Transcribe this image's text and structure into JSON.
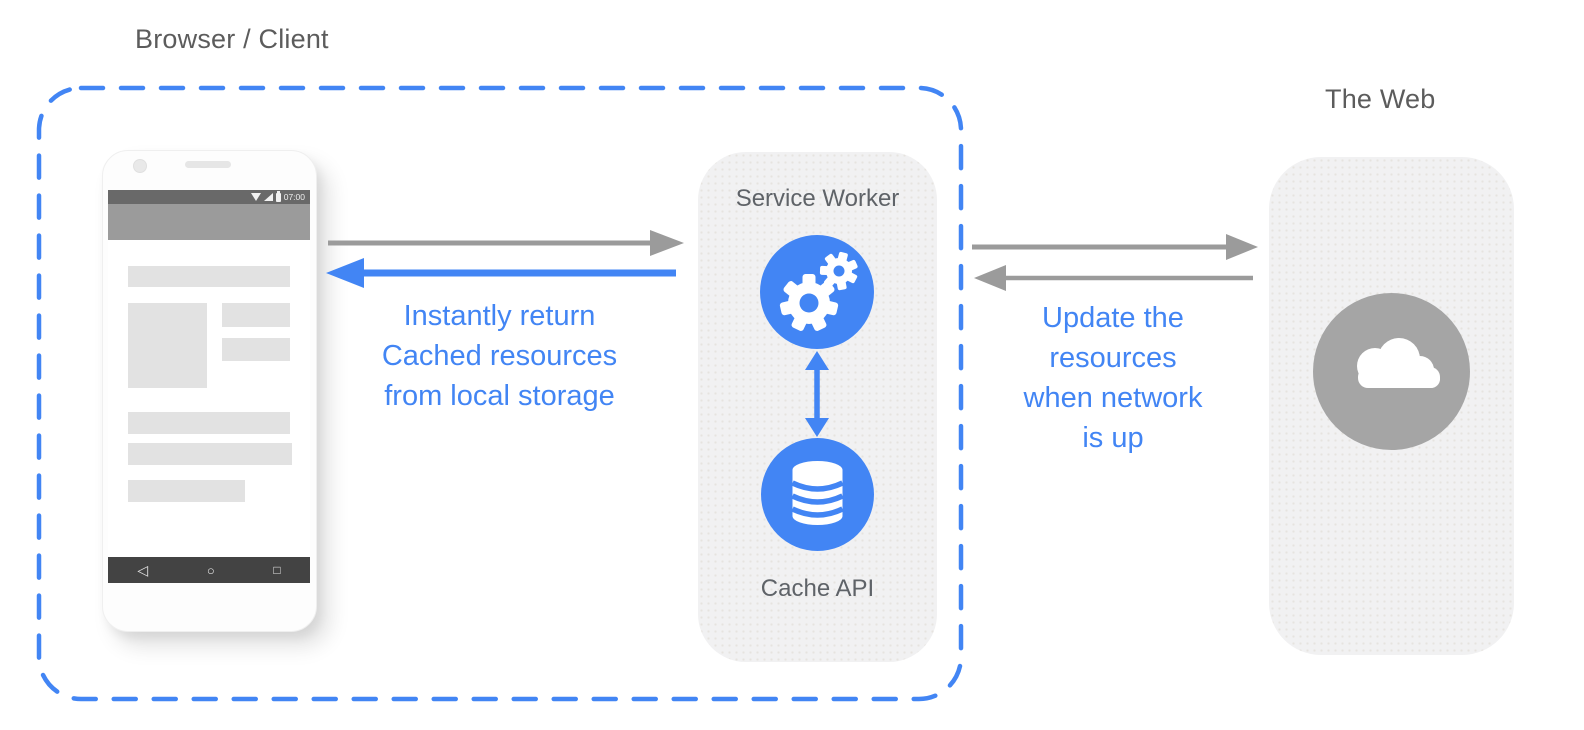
{
  "diagram": {
    "browser_client_label": "Browser / Client",
    "web_label": "The Web"
  },
  "service_worker_panel": {
    "title": "Service Worker",
    "cache_label": "Cache API"
  },
  "phone": {
    "status_bar": {
      "time": "07:00",
      "icons": [
        "wifi-icon",
        "cellular-icon",
        "battery-icon"
      ]
    },
    "nav_bar": {
      "back_glyph": "◁",
      "home_glyph": "○",
      "recents_glyph": "□"
    }
  },
  "annotations": {
    "cache_note": {
      "lines": [
        "Instantly return",
        "Cached resources",
        "from local storage"
      ]
    },
    "network_note": {
      "lines": [
        "Update the",
        "resources",
        "when network",
        "is up"
      ]
    }
  },
  "colors": {
    "accent_blue": "#4285f4",
    "arrow_gray": "#9b9b9b",
    "panel_bg": "#f1f1f2",
    "label_gray": "#5f6368",
    "web_circle_gray": "#a5a5a5"
  }
}
